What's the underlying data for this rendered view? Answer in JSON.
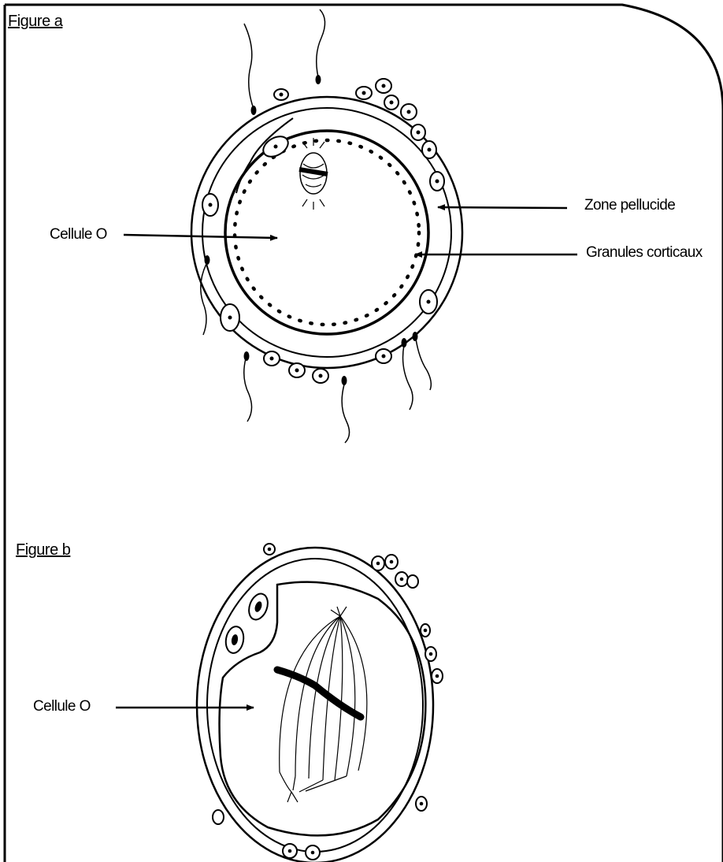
{
  "figure_a": {
    "title": "Figure a",
    "labels": {
      "cell": "Cellule O",
      "zona": "Zone pellucide",
      "granules": "Granules corticaux"
    }
  },
  "figure_b": {
    "title": "Figure b",
    "labels": {
      "cell": "Cellule O"
    }
  }
}
